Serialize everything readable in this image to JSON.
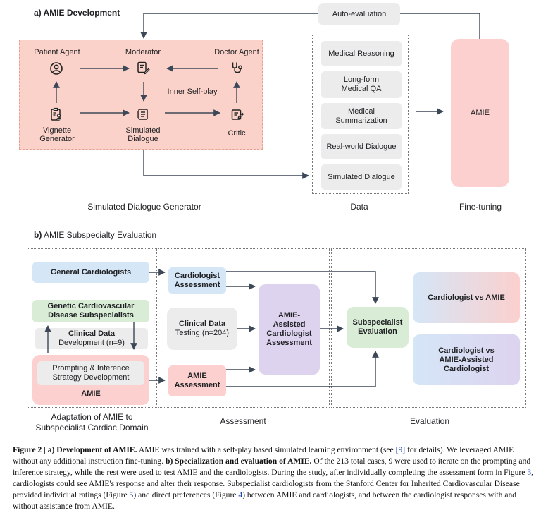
{
  "panel_a": {
    "title": "a)  AMIE Development",
    "auto_eval": "Auto-evaluation",
    "patient_agent": "Patient Agent",
    "moderator": "Moderator",
    "doctor_agent": "Doctor Agent",
    "inner_self_play": "Inner Self-play",
    "vignette_generator": [
      "Vignette",
      "Generator"
    ],
    "simulated_dialogue": [
      "Simulated",
      "Dialogue"
    ],
    "critic": "Critic",
    "data_items": [
      "Medical Reasoning",
      "Long-form\nMedical QA",
      "Medical\nSummarization",
      "Real-world Dialogue",
      "Simulated Dialogue"
    ],
    "amie": "AMIE",
    "label_generator": "Simulated Dialogue Generator",
    "label_data": "Data",
    "label_finetune": "Fine-tuning"
  },
  "panel_b": {
    "title": "b) AMIE Subspecialty Evaluation",
    "general_cardiologists": "General Cardiologists",
    "genetic_specialists": "Genetic Cardiovascular\nDisease Subspecialists",
    "clinical_dev": [
      "Clinical Data",
      "Development (n=9)"
    ],
    "prompting": "Prompting & Inference\nStrategy Development",
    "amie": "AMIE",
    "cardiologist_assessment": "Cardiologist\nAssessment",
    "clinical_testing": [
      "Clinical Data",
      "Testing (n=204)"
    ],
    "amie_assessment": "AMIE\nAssessment",
    "assisted_assessment": "AMIE-\nAssisted\nCardiologist\nAssessment",
    "subspecialist_eval": "Subspecialist\nEvaluation",
    "cardio_vs_amie": "Cardiologist vs AMIE",
    "cardio_vs_assisted": "Cardiologist vs\nAMIE-Assisted\nCardiologist",
    "label_adaptation": [
      "Adaptation of AMIE to",
      "Subspecialist Cardiac Domain"
    ],
    "label_assessment": "Assessment",
    "label_evaluation": "Evaluation"
  },
  "caption": {
    "fig": "Figure 2 | ",
    "a_title": "a) Development of AMIE.",
    "a_text1": " AMIE was trained with a self-play based simulated learning environment (see ",
    "ref9": "[9]",
    "a_text2": " for details). We leveraged AMIE without any additional instruction fine-tuning. ",
    "b_title": "b) Specialization and evaluation of AMIE.",
    "b_text1": " Of the 213 total cases, 9 were used to iterate on the prompting and inference strategy, while the rest were used to test AMIE and the cardiologists. During the study, after individually completing the assessment form in Figure ",
    "ref3": "3",
    "b_text2": ", cardiologists could see AMIE's response and alter their response. Subspecialist cardiologists from the Stanford Center for Inherited Cardiovascular Disease provided individual ratings (Figure ",
    "ref5": "5",
    "b_text3": ") and direct preferences (Figure ",
    "ref4": "4",
    "b_text4": ") between AMIE and cardiologists, and between the cardiologist responses with and without assistance from AMIE."
  },
  "colors": {
    "salmon": "#fbd2c9",
    "pink_box": "#fbd0ce",
    "gray_box": "#ececec",
    "blue_box": "#d5e6f7",
    "green_box": "#d8ecd6",
    "purple_box": "#ddd3ef",
    "arrow": "#3c4757"
  },
  "icons": [
    "user-circle-icon",
    "chat-edit-icon",
    "stethoscope-icon",
    "clipboard-person-icon",
    "dialogue-doc-icon",
    "critic-doc-icon"
  ]
}
